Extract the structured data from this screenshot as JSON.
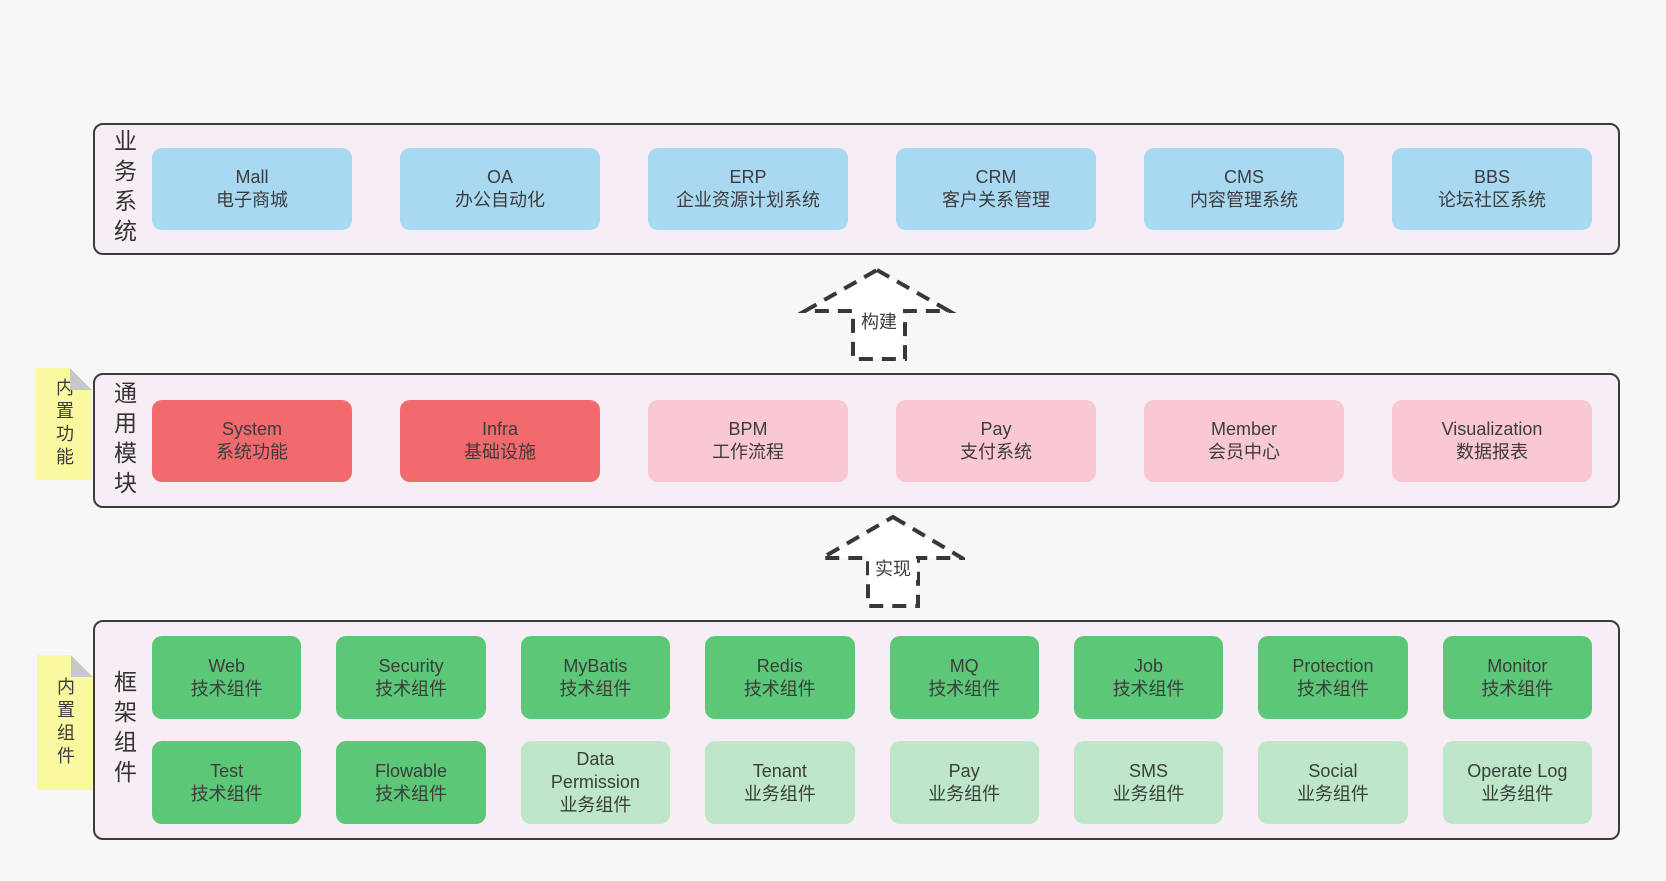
{
  "colors": {
    "page_bg": "#f7f7f7",
    "layer_bg": "#f7edf5",
    "layer_border": "#3c3c3c",
    "text": "#3c3c3c",
    "blue": "#a9d9f2",
    "red": "#f16a6e",
    "pink": "#f9c8d2",
    "green": "#5dc778",
    "green_light": "#bde7c8",
    "note_yellow": "#f9f9a2",
    "fold_gray": "#c8c8c8",
    "arrow_stroke": "#383838"
  },
  "arrows": [
    {
      "label": "构建"
    },
    {
      "label": "实现"
    }
  ],
  "layers": [
    {
      "label": "业务系统",
      "boxes": [
        {
          "en": "Mall",
          "zh": "电子商城",
          "type": "blue"
        },
        {
          "en": "OA",
          "zh": "办公自动化",
          "type": "blue"
        },
        {
          "en": "ERP",
          "zh": "企业资源计划系统",
          "type": "blue"
        },
        {
          "en": "CRM",
          "zh": "客户关系管理",
          "type": "blue"
        },
        {
          "en": "CMS",
          "zh": "内容管理系统",
          "type": "blue"
        },
        {
          "en": "BBS",
          "zh": "论坛社区系统",
          "type": "blue"
        }
      ]
    },
    {
      "label": "通用模块",
      "note": "内置功能",
      "boxes": [
        {
          "en": "System",
          "zh": "系统功能",
          "type": "red"
        },
        {
          "en": "Infra",
          "zh": "基础设施",
          "type": "red"
        },
        {
          "en": "BPM",
          "zh": "工作流程",
          "type": "pink"
        },
        {
          "en": "Pay",
          "zh": "支付系统",
          "type": "pink"
        },
        {
          "en": "Member",
          "zh": "会员中心",
          "type": "pink"
        },
        {
          "en": "Visualization",
          "zh": "数据报表",
          "type": "pink"
        }
      ]
    },
    {
      "label": "框架组件",
      "note": "内置组件",
      "rows": [
        [
          {
            "en": "Web",
            "zh": "技术组件",
            "type": "green"
          },
          {
            "en": "Security",
            "zh": "技术组件",
            "type": "green"
          },
          {
            "en": "MyBatis",
            "zh": "技术组件",
            "type": "green"
          },
          {
            "en": "Redis",
            "zh": "技术组件",
            "type": "green"
          },
          {
            "en": "MQ",
            "zh": "技术组件",
            "type": "green"
          },
          {
            "en": "Job",
            "zh": "技术组件",
            "type": "green"
          },
          {
            "en": "Protection",
            "zh": "技术组件",
            "type": "green"
          },
          {
            "en": "Monitor",
            "zh": "技术组件",
            "type": "green"
          }
        ],
        [
          {
            "en": "Test",
            "zh": "技术组件",
            "type": "green"
          },
          {
            "en": "Flowable",
            "zh": "技术组件",
            "type": "green"
          },
          {
            "en": "Data Permission",
            "zh": "业务组件",
            "type": "green-light"
          },
          {
            "en": "Tenant",
            "zh": "业务组件",
            "type": "green-light"
          },
          {
            "en": "Pay",
            "zh": "业务组件",
            "type": "green-light"
          },
          {
            "en": "SMS",
            "zh": "业务组件",
            "type": "green-light"
          },
          {
            "en": "Social",
            "zh": "业务组件",
            "type": "green-light"
          },
          {
            "en": "Operate Log",
            "zh": "业务组件",
            "type": "green-light"
          }
        ]
      ]
    }
  ]
}
